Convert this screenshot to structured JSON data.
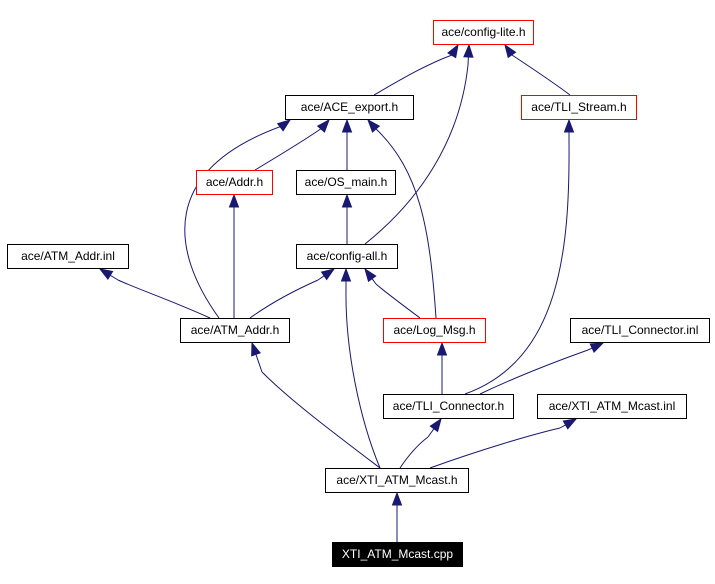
{
  "colors": {
    "edge": "#191970",
    "external_border": "#ff0000",
    "border": "#000000",
    "root_fill": "#000000",
    "root_text": "#ffffff"
  },
  "nodes": {
    "config_lite": "ace/config-lite.h",
    "ace_export": "ace/ACE_export.h",
    "tli_stream": "ace/TLI_Stream.h",
    "addr": "ace/Addr.h",
    "os_main": "ace/OS_main.h",
    "atm_addr_inl": "ace/ATM_Addr.inl",
    "config_all": "ace/config-all.h",
    "atm_addr": "ace/ATM_Addr.h",
    "log_msg": "ace/Log_Msg.h",
    "tli_connector_inl": "ace/TLI_Connector.inl",
    "tli_connector": "ace/TLI_Connector.h",
    "xti_atm_mcast_inl": "ace/XTI_ATM_Mcast.inl",
    "xti_atm_mcast_h": "ace/XTI_ATM_Mcast.h",
    "xti_atm_mcast_cpp": "XTI_ATM_Mcast.cpp"
  }
}
